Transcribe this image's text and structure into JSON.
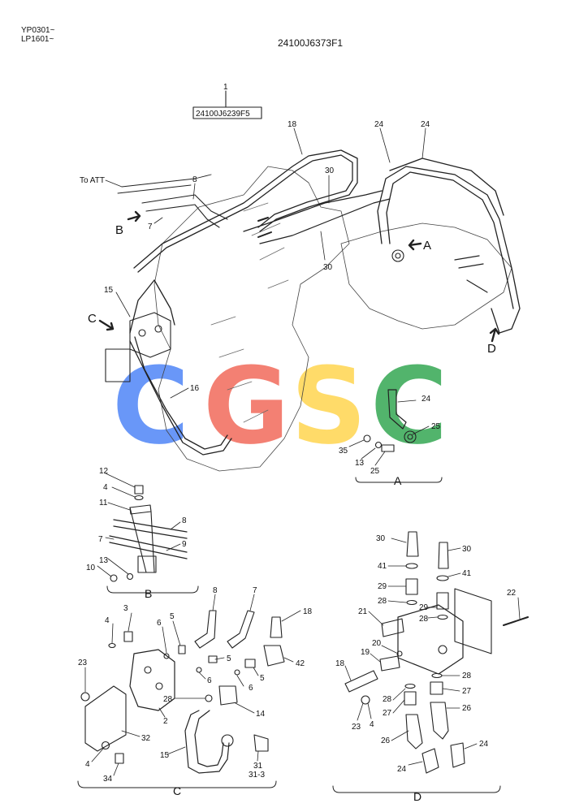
{
  "header": {
    "serial_1": "YP0301~",
    "serial_2": "LP1601~",
    "drawing_number": "24100J6373F1"
  },
  "assembly": {
    "index": "1",
    "part_number": "24100J6239F5"
  },
  "main_view": {
    "to_att": "To ATT",
    "view_marks": {
      "a": "A",
      "b": "B",
      "c": "C",
      "d": "D"
    },
    "callouts": {
      "n7": "7",
      "n8": "8",
      "n15": "15",
      "n16": "16",
      "n18": "18",
      "n24a": "24",
      "n24b": "24",
      "n30a": "30",
      "n30b": "30"
    }
  },
  "detail_a": {
    "label": "A",
    "callouts": {
      "n24": "24",
      "n25a": "25",
      "n25b": "25",
      "n35": "35",
      "n13": "13"
    }
  },
  "detail_b": {
    "label": "B",
    "callouts": {
      "n12": "12",
      "n4": "4",
      "n11": "11",
      "n8": "8",
      "n7": "7",
      "n9": "9",
      "n13": "13",
      "n10": "10"
    }
  },
  "detail_c": {
    "label": "C",
    "callouts": {
      "n3": "3",
      "n4a": "4",
      "n23": "23",
      "n5a": "5",
      "n6a": "6",
      "n8": "8",
      "n7": "7",
      "n18": "18",
      "n6b": "6",
      "n5b": "5",
      "n6c": "6",
      "n42": "42",
      "n28": "28",
      "n2": "2",
      "n14": "14",
      "n32": "32",
      "n15": "15",
      "n4b": "4",
      "n34": "34",
      "n31": "31",
      "n31_3": "31-3",
      "n5c": "5"
    }
  },
  "detail_d": {
    "label": "D",
    "callouts": {
      "n30a": "30",
      "n30b": "30",
      "n41a": "41",
      "n41b": "41",
      "n29a": "29",
      "n29b": "29",
      "n28a": "28",
      "n28b": "28",
      "n21": "21",
      "n22": "22",
      "n20": "20",
      "n19": "19",
      "n18": "18",
      "n28c": "28",
      "n27a": "27",
      "n26a": "26",
      "n28d": "28",
      "n27b": "27",
      "n23": "23",
      "n4": "4",
      "n26b": "26",
      "n24a": "24",
      "n24b": "24"
    }
  },
  "watermark": {
    "letters": [
      "C",
      "G",
      "S",
      "C"
    ],
    "colors": [
      "#4f86f7",
      "#f26b5b",
      "#ffd54f",
      "#34a853"
    ]
  }
}
